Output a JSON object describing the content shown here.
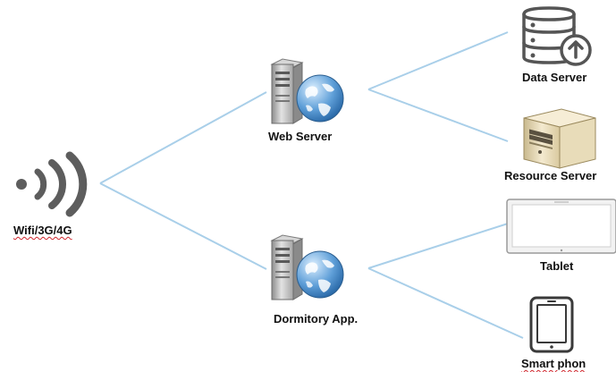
{
  "nodes": {
    "wifi": {
      "label": "Wifi/3G/4G",
      "icon": "wifi-signal-icon"
    },
    "web_server": {
      "label": "Web Server",
      "icon": "web-server-icon"
    },
    "dormitory_app": {
      "label": "Dormitory App.",
      "icon": "app-server-icon"
    },
    "data_server": {
      "label": "Data Server",
      "icon": "database-upload-icon"
    },
    "resource_server": {
      "label": "Resource Server",
      "icon": "tower-pc-icon"
    },
    "tablet": {
      "label": "Tablet",
      "icon": "tablet-icon"
    },
    "smart_phone": {
      "label": "Smart phon",
      "icon": "smartphone-icon"
    }
  },
  "colors": {
    "connector": "#a9cfe9",
    "label_text": "#111111",
    "wifi_signal": "#5d5d5d",
    "globe": "#3f86c8",
    "server_body": "#c8c8c8",
    "tower_body": "#efe3c2",
    "spellcheck_underline": "#d0262d"
  }
}
